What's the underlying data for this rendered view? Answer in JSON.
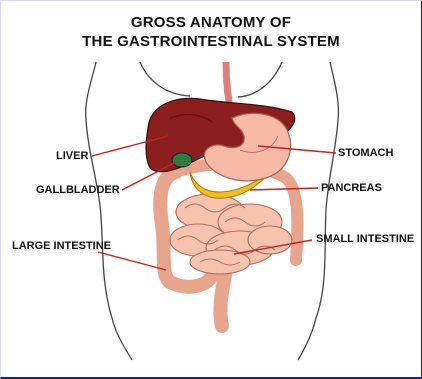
{
  "title": {
    "line1": "GROSS ANATOMY OF",
    "line2": "THE GASTROINTESTINAL SYSTEM"
  },
  "labels": {
    "liver": "LIVER",
    "gallbladder": "GALLBLADDER",
    "large_intestine": "LARGE INTESTINE",
    "stomach": "STOMACH",
    "pancreas": "PANCREAS",
    "small_intestine": "SMALL INTESTINE"
  },
  "colors": {
    "liver": "#8b1e1e",
    "stomach": "#f7b9a8",
    "intestine": "#f2b49e",
    "pancreas": "#f0c020",
    "leader": "#c0261e",
    "outline": "#333333",
    "frame": "#1a1aa8"
  }
}
